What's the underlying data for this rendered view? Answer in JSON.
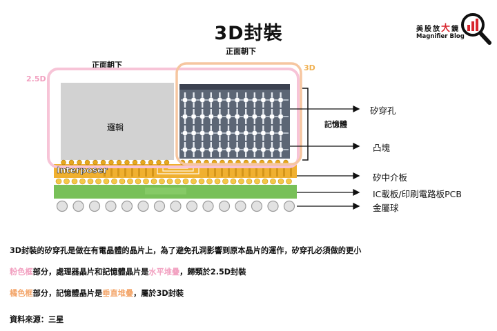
{
  "title": "3D封裝",
  "brand": {
    "cn_prefix": "美股放",
    "cn_big": "大",
    "cn_suffix": "鏡",
    "en": "Magnifier Blog"
  },
  "diagram": {
    "top_label_3d": "正面朝下",
    "top_label_2_5d": "正面朝下",
    "tag_2_5d": "2.5D",
    "tag_3d": "3D",
    "logic_label": "邏輯",
    "memory_label": "記憶體",
    "interposer_label": "Interposer",
    "callouts": [
      "矽穿孔",
      "凸塊",
      "矽中介板",
      "IC載板/印刷電路板PCB",
      "金屬球"
    ]
  },
  "paragraphs": {
    "p1": "3D封裝的矽穿孔是做在有電晶體的晶片上，為了避免孔洞影響到原本晶片的運作，矽穿孔必須做的更小",
    "p2": {
      "a": "粉色框",
      "b": "部分，處理器晶片和記憶體晶片是",
      "c": "水平堆疊",
      "d": "，歸類於2.5D封裝"
    },
    "p3": {
      "a": "橘色框",
      "b": "部分，記憶體晶片是",
      "c": "垂直堆疊",
      "d": "，屬於3D封裝"
    },
    "source": "資料來源：三星"
  },
  "colors": {
    "pink_frame": "#f7c4d7",
    "orange_frame": "#f6c6a0",
    "interposer": "#f0b030",
    "pcb": "#78c058",
    "bump": "#e8a81e",
    "brand_red": "#d8262e"
  }
}
